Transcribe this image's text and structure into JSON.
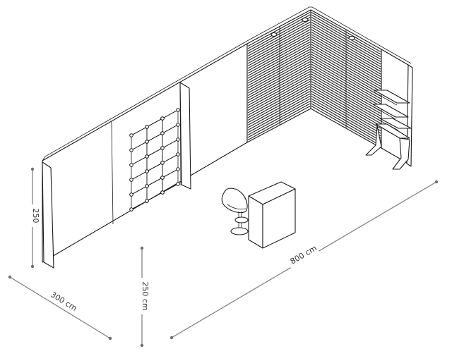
{
  "dimensions": {
    "back_height_label": "250",
    "front_height_label": "250 cm",
    "depth_label": "300 cm",
    "width_label": "800 cm"
  },
  "colors": {
    "line": "#1a1a1a",
    "dimension": "#7a7a7a",
    "background": "#ffffff"
  },
  "slat_count": 40
}
